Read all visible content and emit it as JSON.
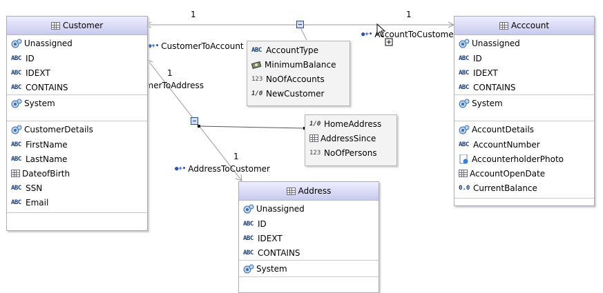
{
  "multiplicities": {
    "cust_account_left": "1",
    "cust_account_right": "1",
    "cust_address_top": "1",
    "address_cust_bottom": "1"
  },
  "relations": {
    "customer_to_account": "CustomerToAccount",
    "account_to_customer": "AccountToCustomer",
    "customer_to_address": "CustomerToAddress",
    "address_to_customer": "AddressToCustomer"
  },
  "entities": {
    "customer": {
      "title": "Customer",
      "unassigned": "Unassigned",
      "keys": [
        "ID",
        "IDEXT",
        "CONTAINS"
      ],
      "system": "System",
      "details_group": "CustomerDetails",
      "attributes": [
        {
          "name": "FirstName",
          "type": "text"
        },
        {
          "name": "LastName",
          "type": "text"
        },
        {
          "name": "DateofBirth",
          "type": "date"
        },
        {
          "name": "SSN",
          "type": "text"
        },
        {
          "name": "Email",
          "type": "text"
        }
      ]
    },
    "account": {
      "title": "Acccount",
      "unassigned": "Unassigned",
      "keys": [
        "ID",
        "IDEXT",
        "CONTAINS"
      ],
      "system": "System",
      "details_group": "AccountDetails",
      "attributes": [
        {
          "name": "AccountNumber",
          "type": "text"
        },
        {
          "name": "AccounterholderPhoto",
          "type": "image"
        },
        {
          "name": "AccountOpenDate",
          "type": "date"
        },
        {
          "name": "CurrentBalance",
          "type": "decimal"
        }
      ]
    },
    "address": {
      "title": "Address",
      "unassigned": "Unassigned",
      "keys": [
        "ID",
        "IDEXT",
        "CONTAINS"
      ],
      "system": "System"
    }
  },
  "relation_props": {
    "account_relation": [
      {
        "name": "AccountType",
        "type": "text"
      },
      {
        "name": "MinimumBalance",
        "type": "money"
      },
      {
        "name": "NoOfAccounts",
        "type": "number"
      },
      {
        "name": "NewCustomer",
        "type": "boolean"
      }
    ],
    "address_relation": [
      {
        "name": "HomeAddress",
        "type": "boolean"
      },
      {
        "name": "AddressSince",
        "type": "date"
      },
      {
        "name": "NoOfPersons",
        "type": "number"
      }
    ]
  },
  "icon_legend": {
    "text": "abc-type-icon",
    "date": "table-date-icon",
    "number": "number-type-icon",
    "boolean": "boolean-type-icon",
    "money": "money-type-icon",
    "image": "image-type-icon",
    "decimal": "decimal-type-icon",
    "group": "attribute-group-icon"
  }
}
